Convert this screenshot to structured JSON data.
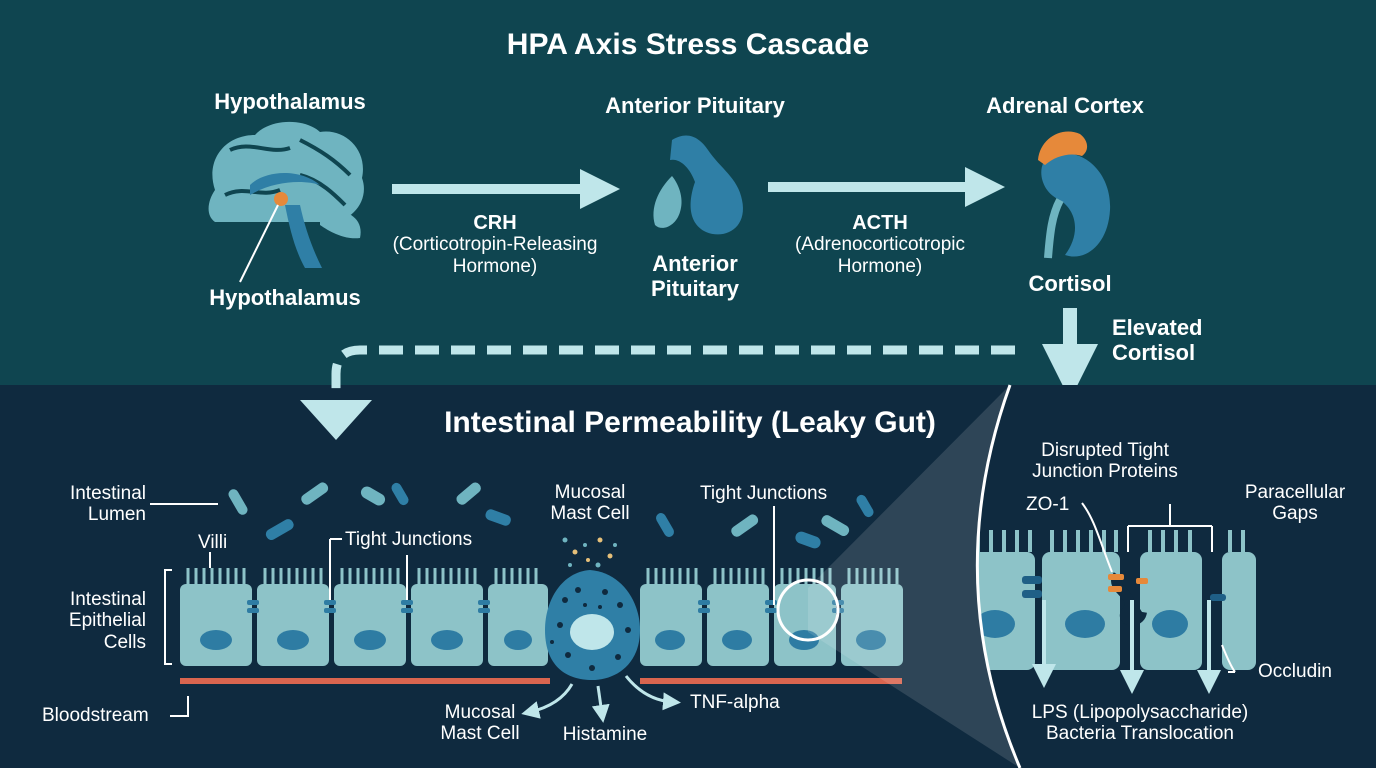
{
  "colors": {
    "top_bg": "#0f4550",
    "bottom_bg": "#0f2a3f",
    "organ_blue": "#2f7fa6",
    "organ_light": "#6fb4c0",
    "arrow": "#bfe6ea",
    "adrenal_orange": "#e6893a",
    "blood_red": "#d9654f",
    "cell_fill": "#8dc3c8",
    "nucleus": "#2e7ca3"
  },
  "hpa": {
    "title": "HPA Axis Stress Cascade",
    "hypothalamus": {
      "heading": "Hypothalamus",
      "label": "Hypothalamus",
      "icon": "brain-icon"
    },
    "crh": {
      "abbr": "CRH",
      "line1": "(Corticotropin-Releasing",
      "line2": "Hormone)"
    },
    "pituitary": {
      "heading": "Anterior Pituitary",
      "label_line1": "Anterior",
      "label_line2": "Pituitary",
      "icon": "pituitary-icon"
    },
    "acth": {
      "abbr": "ACTH",
      "line1": "(Adrenocorticotropic",
      "line2": "Hormone)"
    },
    "adrenal": {
      "heading": "Adrenal Cortex",
      "label": "Cortisol",
      "icon": "kidney-adrenal-icon"
    },
    "elevated": {
      "line1": "Elevated",
      "line2": "Cortisol"
    }
  },
  "gut": {
    "title": "Intestinal Permeability (Leaky Gut)",
    "lumen": {
      "line1": "Intestinal",
      "line2": "Lumen"
    },
    "villi": "Villi",
    "tight_junctions_left": "Tight Junctions",
    "epithelial": {
      "line1": "Intestinal",
      "line2": "Epithelial",
      "line3": "Cells"
    },
    "mast_top": {
      "line1": "Mucosal",
      "line2": "Mast Cell"
    },
    "tight_junctions_right": "Tight Junctions",
    "bloodstream": "Bloodstream",
    "mast_bottom": {
      "line1": "Mucosal",
      "line2": "Mast Cell"
    },
    "histamine": "Histamine",
    "tnf": "TNF-alpha"
  },
  "zoom": {
    "disrupted": {
      "line1": "Disrupted Tight",
      "line2": "Junction Proteins"
    },
    "zo1": "ZO-1",
    "paracellular": {
      "line1": "Paracellular",
      "line2": "Gaps"
    },
    "occludin": "Occludin",
    "lps": {
      "line1": "LPS (Lipopolysaccharide)",
      "line2": "Bacteria Translocation"
    }
  }
}
